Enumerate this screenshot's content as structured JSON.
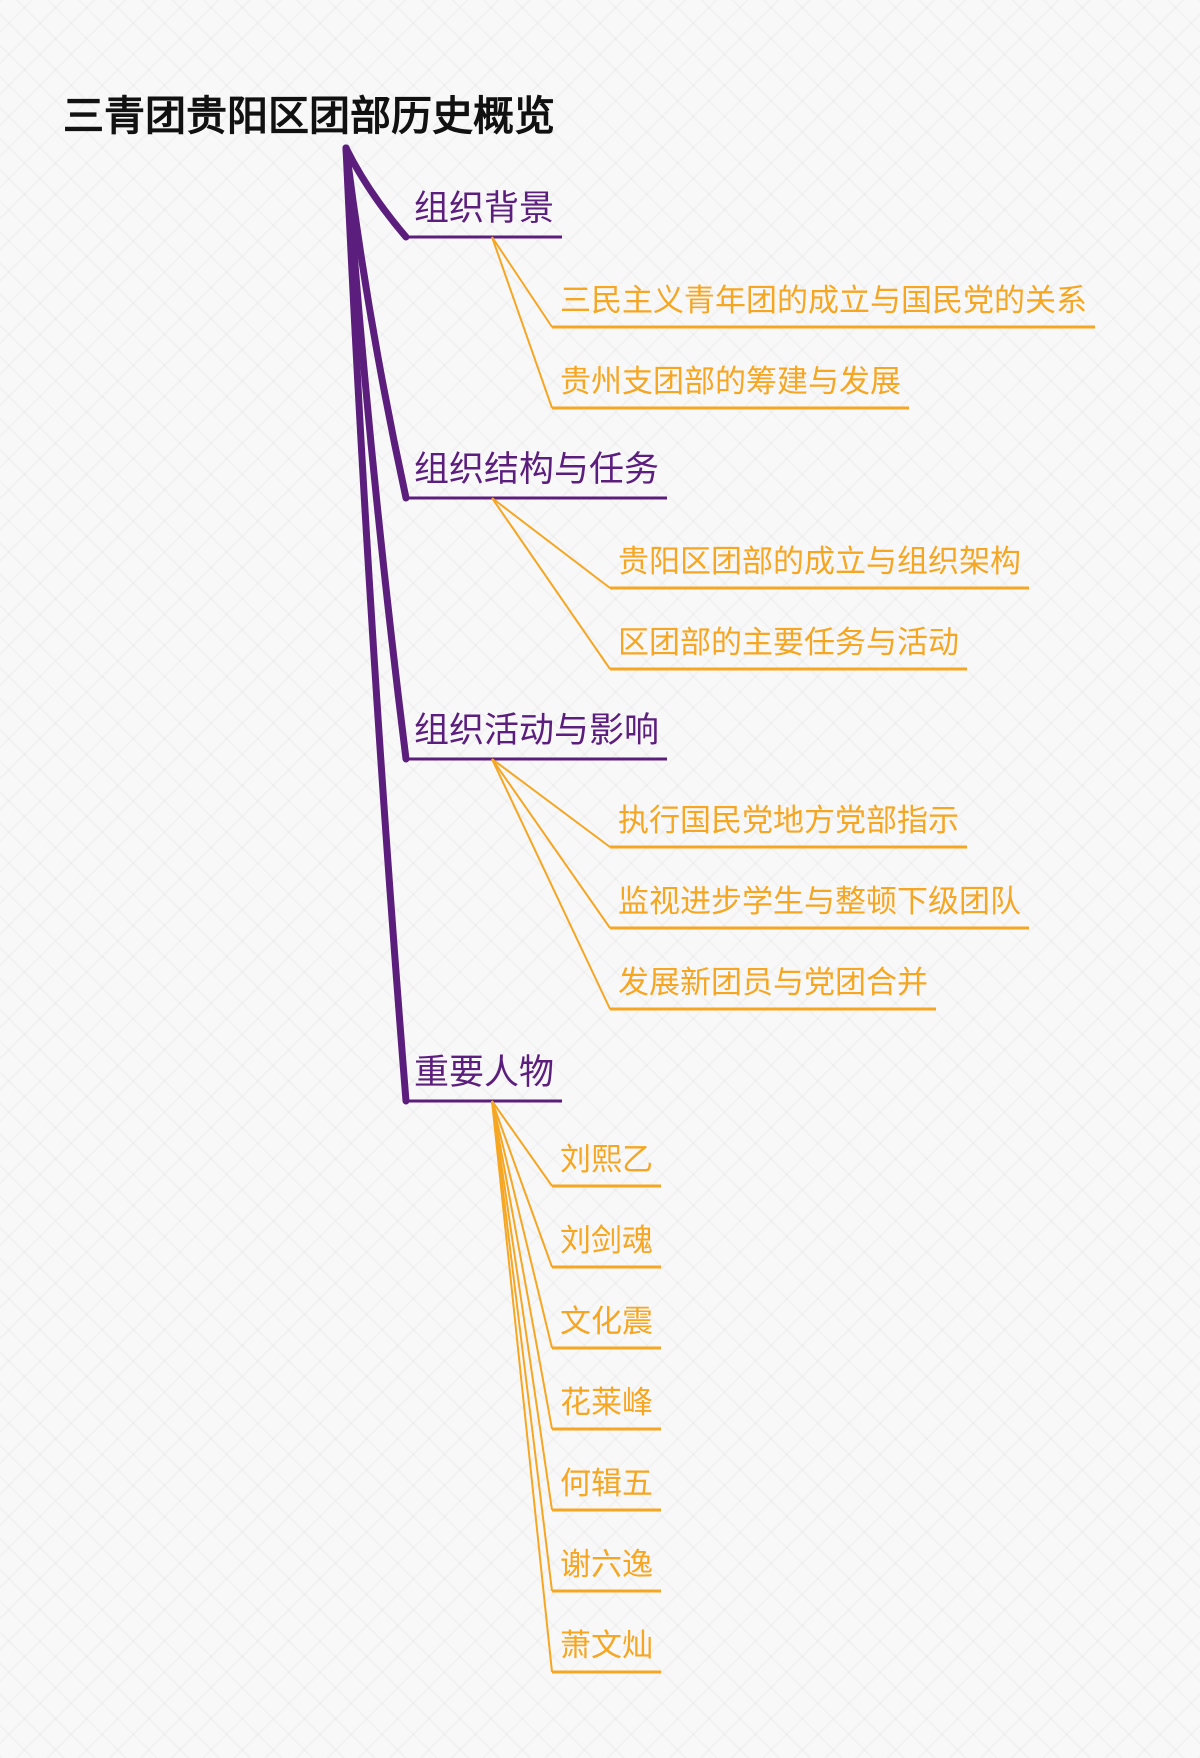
{
  "colors": {
    "title": "#111111",
    "branch": "#5b1e7d",
    "leaf": "#f5a623"
  },
  "title": "三青团贵阳区团部历史概览",
  "branches": [
    {
      "label": "组织背景",
      "children": [
        "三民主义青年团的成立与国民党的关系",
        "贵州支团部的筹建与发展"
      ]
    },
    {
      "label": "组织结构与任务",
      "children": [
        "贵阳区团部的成立与组织架构",
        "区团部的主要任务与活动"
      ]
    },
    {
      "label": "组织活动与影响",
      "children": [
        "执行国民党地方党部指示",
        "监视进步学生与整顿下级团队",
        "发展新团员与党团合并"
      ]
    },
    {
      "label": "重要人物",
      "children": [
        "刘熙乙",
        "刘剑魂",
        "文化震",
        "花莱峰",
        "何辑五",
        "谢六逸",
        "萧文灿"
      ]
    }
  ]
}
